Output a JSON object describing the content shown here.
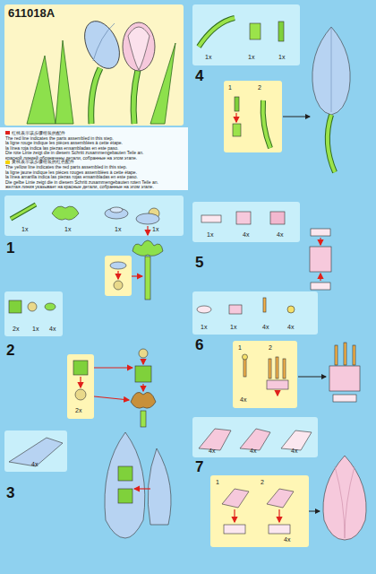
{
  "diagram": {
    "title": "611018A",
    "nodes": [
      {
        "text": [
          "1x",
          "1x",
          "1x",
          "1x"
        ]
      },
      {
        "text": [
          "2x",
          "1x",
          "4x"
        ]
      },
      {
        "text": [
          "2x"
        ]
      },
      {
        "text": [
          "4x"
        ]
      },
      {
        "text": [
          "1x",
          "1x",
          "1x"
        ]
      },
      {
        "text": [
          "1",
          "2"
        ]
      },
      {
        "text": [
          "1x",
          "4x",
          "4x"
        ]
      },
      {
        "text": [
          "1x",
          "1x",
          "4x",
          "4x"
        ]
      },
      {
        "text": [
          "1",
          "2",
          "4x"
        ]
      },
      {
        "text": [
          "4x",
          "4x",
          "4x"
        ]
      },
      {
        "text": [
          "1",
          "2",
          "4x"
        ]
      }
    ],
    "labels": [
      "1",
      "2",
      "3",
      "4",
      "5",
      "6",
      "7",
      "The red line indicates the parts assembled in this step.",
      "la ligne rouge indique les pièces assemblées à cette étape.",
      "la línea roja indica las piezas ensambladas en este paso.",
      "Die rote Linie zeigt die in diesem Schritt zusammengebauten Teile an.",
      "красной линией обозначены детали, собранные на этом этапе.",
      "The yellow line indicates the red parts assembled in this step.",
      "la ligne jaune indique les pièces rouges assemblées à cette étape.",
      "la línea amarilla indica las piezas rojas ensambladas en este paso.",
      "Die gelbe Linie zeigt die in diesem Schritt zusammengebauten roten Teile an.",
      "желтая линия указывает на красные детали, собранные на этом этапе."
    ],
    "legend": [
      {
        "text": "红线表示该步骤组装的配件",
        "color": "#e0201a"
      },
      {
        "text": "黄线表示该步骤组装的红色配件",
        "color": "#f5d300"
      }
    ]
  }
}
